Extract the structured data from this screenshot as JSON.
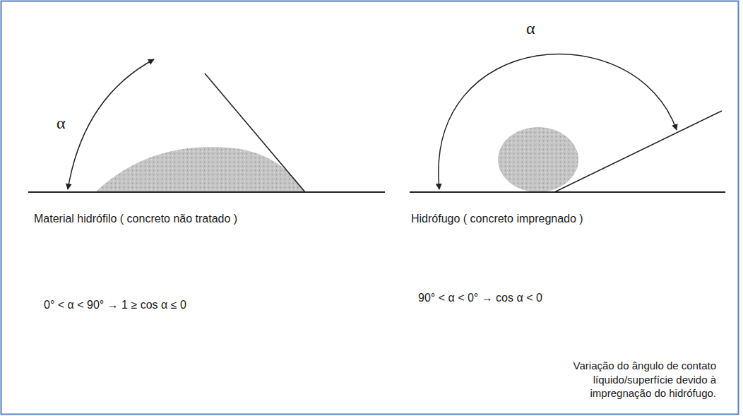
{
  "diagram": {
    "caption": "Variação do ângulo de contato líquido/superfície devido à impregnação do hidrófugo.",
    "labels": [
      "α",
      "Material hidrófilo ( concreto não tratado )",
      "0° < α < 90° → 1 ≥ cos α ≤ 0",
      "α",
      "Hidrófugo ( concreto impregnado )",
      "90° < α < 0° → cos α < 0"
    ]
  }
}
